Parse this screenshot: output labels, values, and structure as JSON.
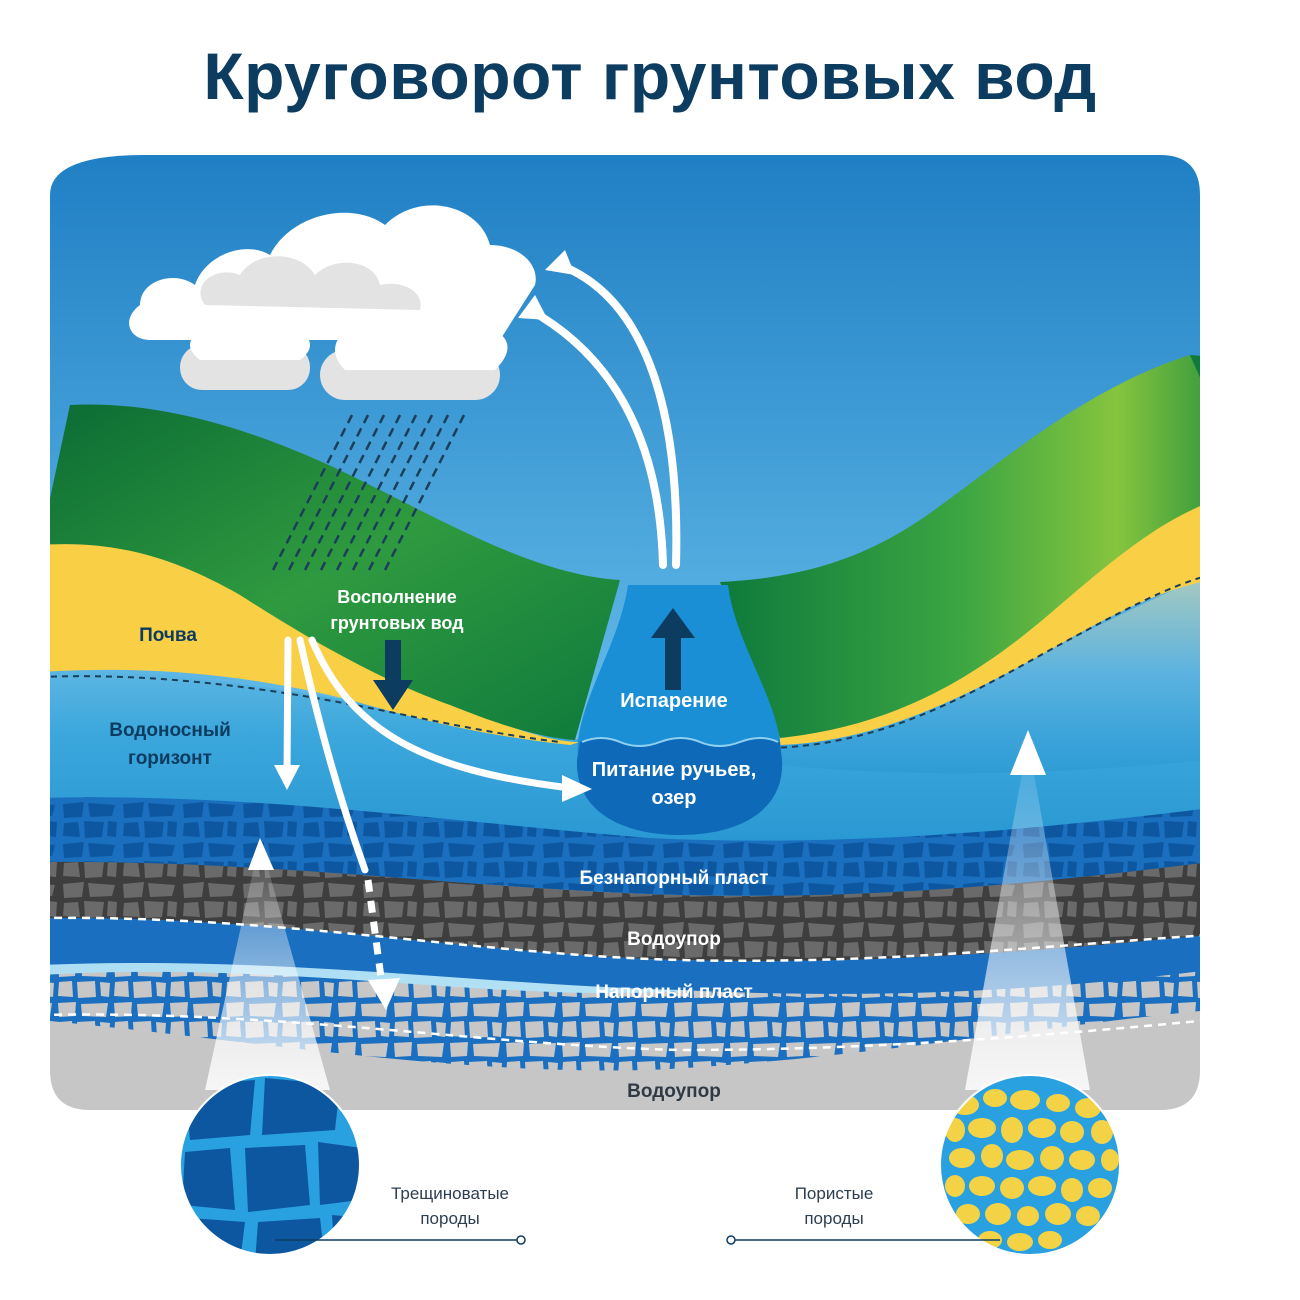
{
  "title": "Круговорот грунтовых вод",
  "labels": {
    "soil": "Почва",
    "aquifer_horizon_1": "Водоносный",
    "aquifer_horizon_2": "горизонт",
    "recharge_1": "Восполнение",
    "recharge_2": "грунтовых вод",
    "evaporation": "Испарение",
    "streams_1": "Питание ручьев,",
    "streams_2": "озер",
    "unconfined": "Безнапорный пласт",
    "aquitard_upper": "Водоупор",
    "confined": "Напорный пласт",
    "aquitard_lower": "Водоупор"
  },
  "insets": {
    "fractured_1": "Трещиноватые",
    "fractured_2": "породы",
    "porous_1": "Пористые",
    "porous_2": "породы"
  },
  "colors": {
    "title": "#0d3c61",
    "sky_top": "#1f7fc4",
    "sky_bottom": "#cdeefa",
    "grass_dark": "#0e7a3c",
    "grass_light": "#7fc23c",
    "soil": "#f8cf45",
    "aquifer": "#2b9ed8",
    "rock_blue": "#1565b0",
    "rock_gray": "#555555",
    "rock_light": "#c3c3c3",
    "base": "#c6c6c6"
  }
}
